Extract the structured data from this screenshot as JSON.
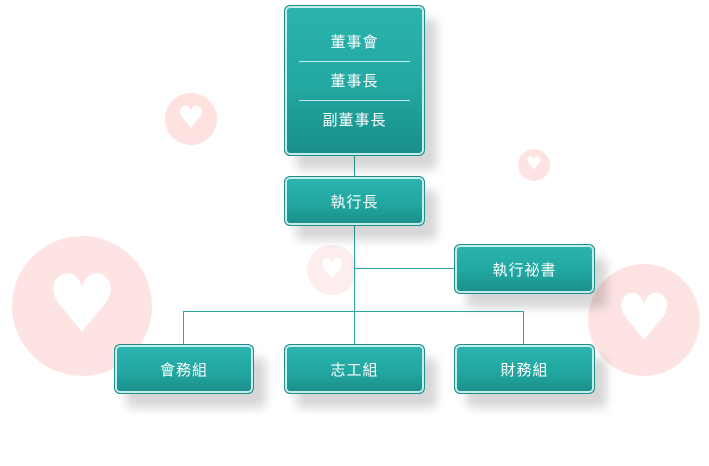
{
  "colors": {
    "node_fill": "#22a7a1",
    "node_border": "#1b8f8b",
    "connector": "#2aa7a3",
    "decoration": "#fbe3e1"
  },
  "board": {
    "rows": [
      "董事會",
      "董事長",
      "副董事長"
    ]
  },
  "ceo": {
    "label": "執行長"
  },
  "secretary": {
    "label": "執行祕書"
  },
  "groups": [
    {
      "label": "會務組"
    },
    {
      "label": "志工組"
    },
    {
      "label": "財務組"
    }
  ],
  "decorations": {
    "icon": "heart-icon"
  }
}
